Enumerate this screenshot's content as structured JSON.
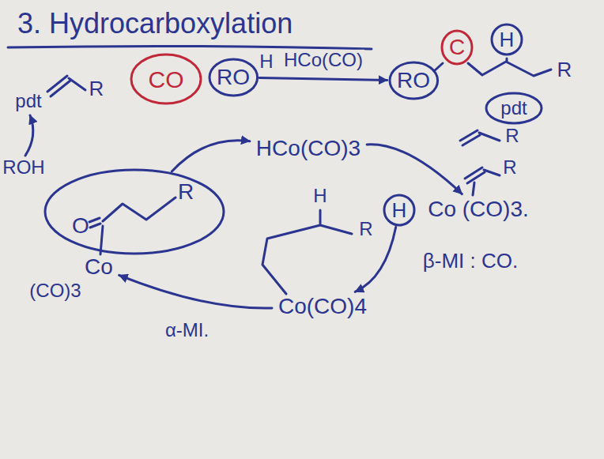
{
  "diagram": {
    "title": "3. Hydrocarboxylation",
    "nodes": [
      {
        "text": [
          "CO"
        ]
      },
      {
        "text": [
          "RO"
        ]
      },
      {
        "text": [
          "RO"
        ]
      },
      {
        "text": [
          "C"
        ]
      },
      {
        "text": [
          "H"
        ]
      },
      {
        "text": [
          "pdt"
        ]
      },
      {
        "text": [
          "HCo(CO)3"
        ]
      },
      {
        "text": [
          "Co (CO)3."
        ]
      },
      {
        "text": [
          "H"
        ]
      },
      {
        "text": [
          "Co(CO)4"
        ]
      },
      {
        "text": [
          "O",
          "R"
        ]
      },
      {
        "text": [
          "Co"
        ]
      }
    ],
    "edges": [
      {
        "from": 1,
        "to": 2,
        "arrow": "to",
        "label": "HCo(CO)"
      },
      {
        "from": 10,
        "to": 6,
        "arrow": "to"
      },
      {
        "from": 6,
        "to": 7,
        "arrow": "to"
      },
      {
        "from": 8,
        "to": 9,
        "arrow": "to"
      },
      {
        "from": 9,
        "to": 11,
        "arrow": "to",
        "label": "α-MI."
      }
    ],
    "labels": [
      "R",
      "H",
      "R",
      "R",
      "R",
      "β-MI : CO.",
      "H",
      "R",
      "(CO)3",
      "ROH",
      "pdt"
    ]
  }
}
